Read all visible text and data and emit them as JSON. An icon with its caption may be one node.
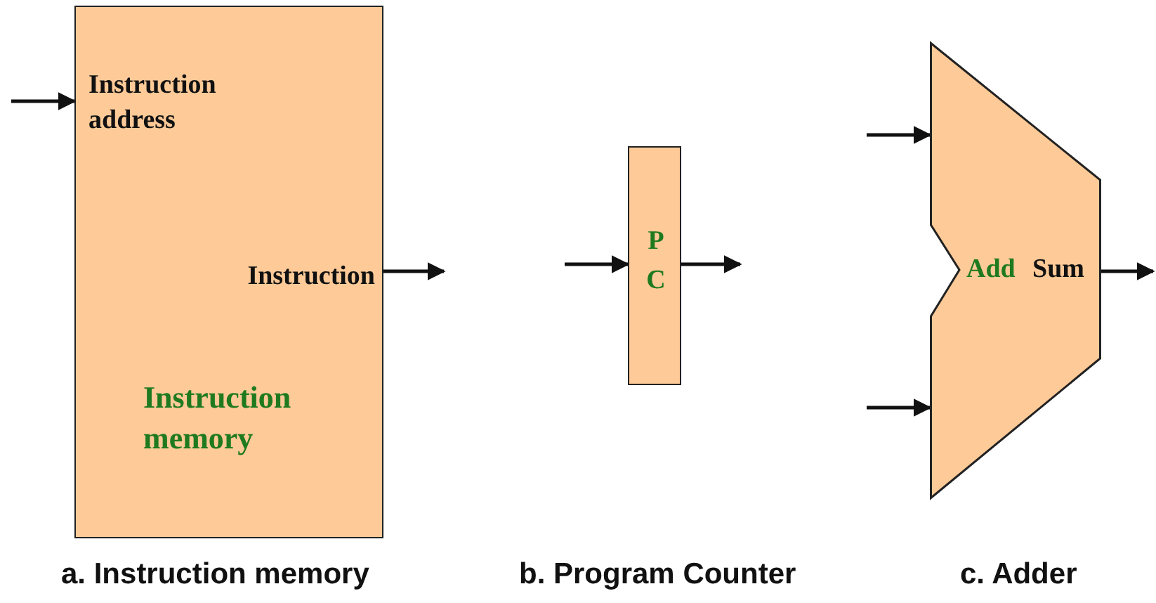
{
  "diagram": {
    "nodes": [
      {
        "text": [
          "Instruction address",
          "Instruction",
          "Instruction memory"
        ]
      },
      {
        "text": [
          "P C"
        ]
      },
      {
        "text": [
          "Add",
          "Sum"
        ]
      }
    ],
    "edges": [
      {
        "from": null,
        "to": 0,
        "arrow": "to"
      },
      {
        "from": 0,
        "to": null,
        "arrow": "to"
      },
      {
        "from": null,
        "to": 1,
        "arrow": "to"
      },
      {
        "from": 1,
        "to": null,
        "arrow": "to"
      },
      {
        "from": null,
        "to": 2,
        "arrow": "to"
      },
      {
        "from": null,
        "to": 2,
        "arrow": "to"
      },
      {
        "from": 2,
        "to": null,
        "arrow": "to"
      }
    ],
    "labels": [
      "a. Instruction memory",
      "b. Program Counter",
      "c. Adder"
    ]
  }
}
